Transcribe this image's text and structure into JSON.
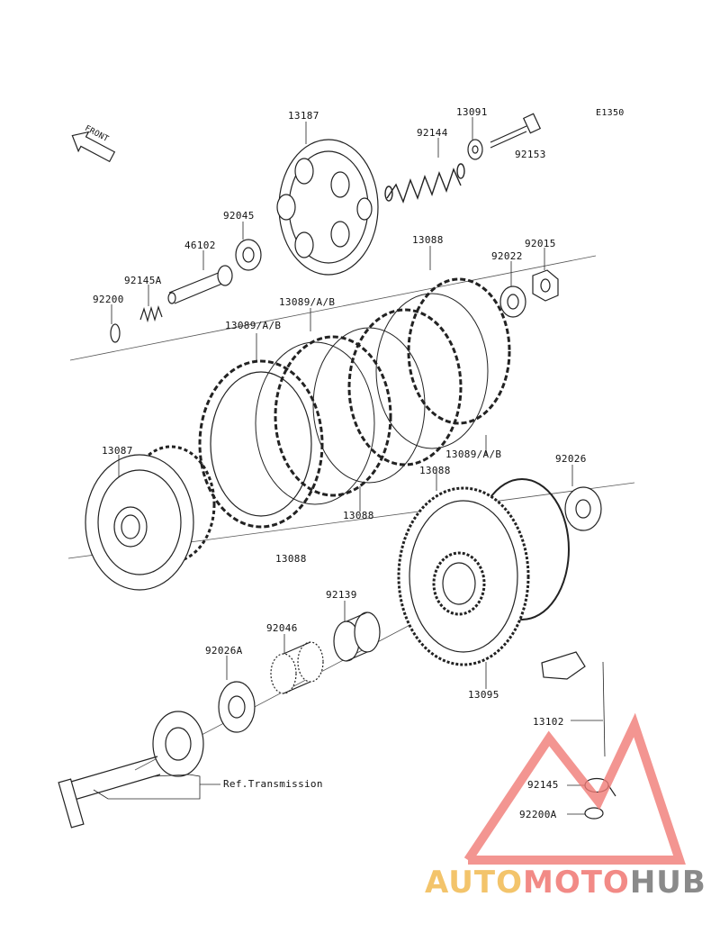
{
  "diagram_code": "E1350",
  "front_label": "FRONT",
  "parts": {
    "p13187": "13187",
    "p13091": "13091",
    "p92144": "92144",
    "p92153": "92153",
    "p92045": "92045",
    "p46102": "46102",
    "p92145A": "92145A",
    "p92200": "92200",
    "p13088_top": "13088",
    "p92022": "92022",
    "p92015": "92015",
    "p13089_upper": "13089/A/B",
    "p13089_left": "13089/A/B",
    "p13089_right": "13089/A/B",
    "p13087": "13087",
    "p13088_mid": "13088",
    "p13088_left": "13088",
    "p13088_bottom": "13088",
    "p92026": "92026",
    "p92139": "92139",
    "p92046": "92046",
    "p92026A": "92026A",
    "p13095": "13095",
    "p13102": "13102",
    "p92145": "92145",
    "p92200A": "92200A"
  },
  "ref_label": "Ref.Transmission",
  "watermark": {
    "part1": "AUTO",
    "part2": "MOTO",
    "part3": "HUB",
    "colors": [
      "#f3c46b",
      "#f28a86",
      "#8a8a8a"
    ]
  }
}
